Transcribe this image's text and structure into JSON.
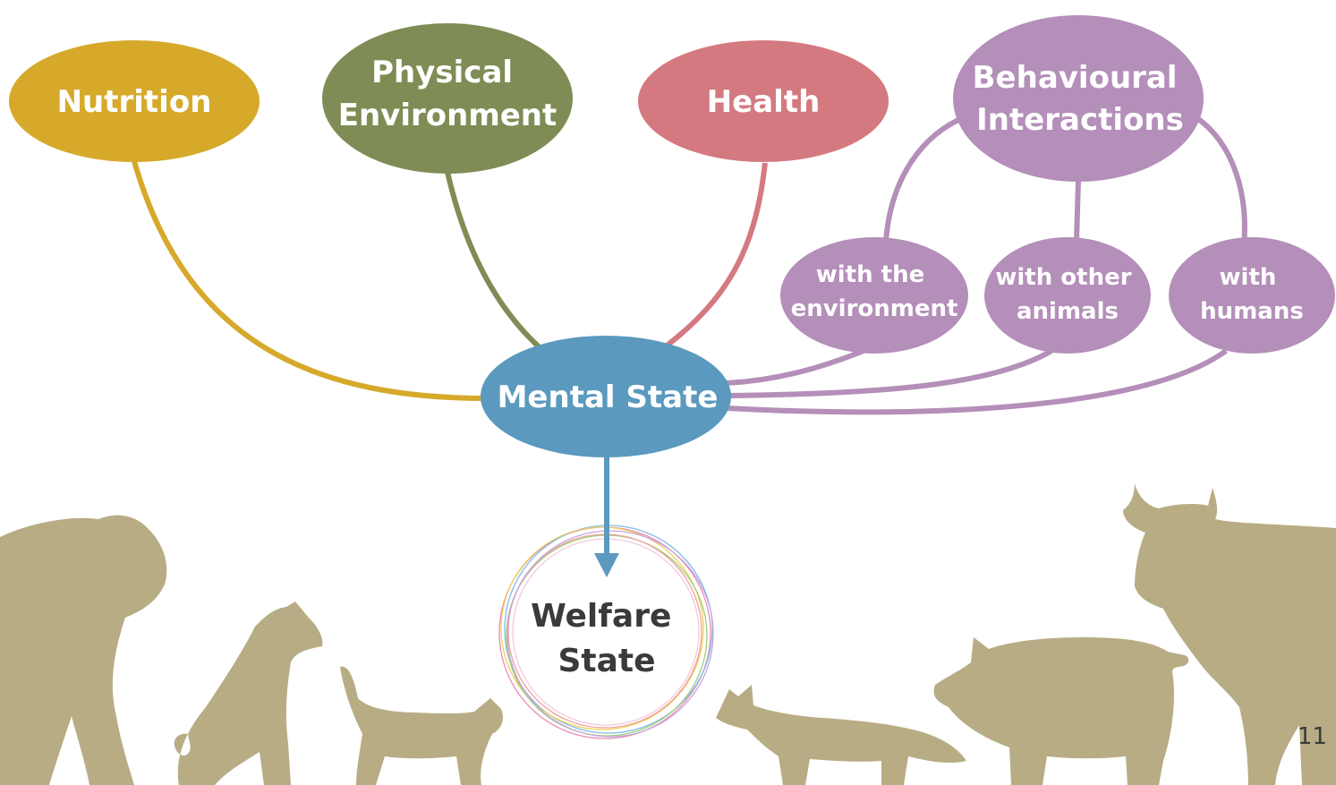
{
  "colors": {
    "nutrition": "#d6a92b",
    "physical": "#7f8c55",
    "health": "#d47980",
    "behaviour": "#b48fb9",
    "mental": "#5b99bf",
    "silhouette": "#b8ac84",
    "welfare_text": "#3a3a3a"
  },
  "nodes": {
    "nutrition": [
      "Nutrition"
    ],
    "physical": [
      "Physical",
      "Environment"
    ],
    "health": [
      "Health"
    ],
    "behaviour": [
      "Behavioural",
      "Interactions"
    ],
    "with_env": [
      "with the",
      "environment"
    ],
    "with_animals": [
      "with other",
      "animals"
    ],
    "with_humans": [
      "with",
      "humans"
    ],
    "mental": [
      "Mental State"
    ],
    "welfare": [
      "Welfare",
      "State"
    ]
  },
  "icons": [
    "tiger-silhouette-icon",
    "dog-silhouette-icon",
    "cat-silhouette-icon",
    "fox-silhouette-icon",
    "pig-silhouette-icon",
    "cow-silhouette-icon"
  ],
  "page_number": "11"
}
